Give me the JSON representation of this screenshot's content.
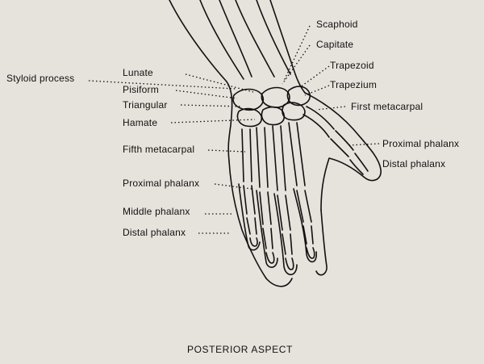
{
  "labels": {
    "scaphoid": "Scaphoid",
    "capitate": "Capitate",
    "trapezoid": "Trapezoid",
    "trapezium": "Trapezium",
    "first_metacarpal": "First metacarpal",
    "styloid_process": "Styloid process",
    "lunate": "Lunate",
    "pisiform": "Pisiform",
    "triangular": "Triangular",
    "hamate": "Hamate",
    "fifth_metacarpal": "Fifth metacarpal",
    "proximal_phalanx_left": "Proximal phalanx",
    "middle_phalanx": "Middle phalanx",
    "distal_phalanx_left": "Distal phalanx",
    "proximal_phalanx_right": "Proximal phalanx",
    "distal_phalanx_right": "Distal phalanx"
  },
  "caption": "POSTERIOR ASPECT",
  "colors": {
    "background": "#e6e2dc",
    "ink": "#111111"
  }
}
